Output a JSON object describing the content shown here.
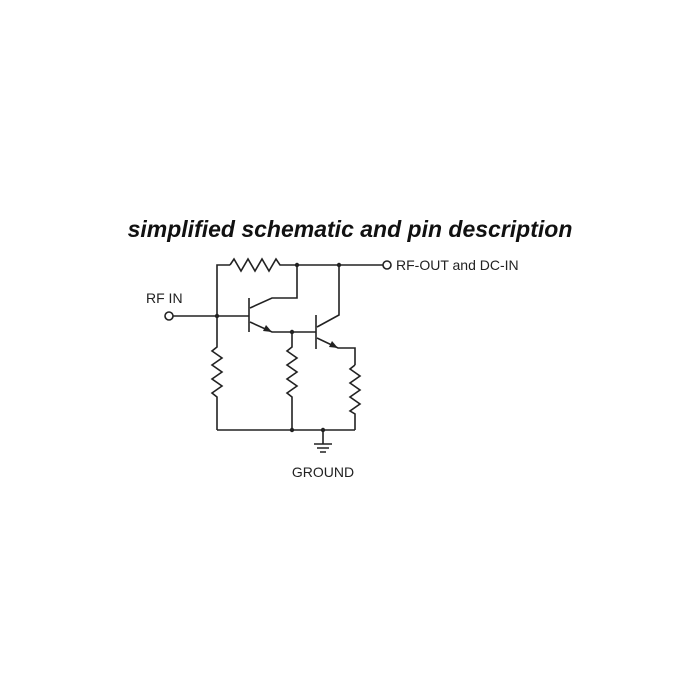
{
  "title": "simplified schematic and pin description",
  "pins": {
    "rf_in": "RF IN",
    "rf_out": "RF-OUT and DC-IN",
    "ground": "GROUND"
  }
}
